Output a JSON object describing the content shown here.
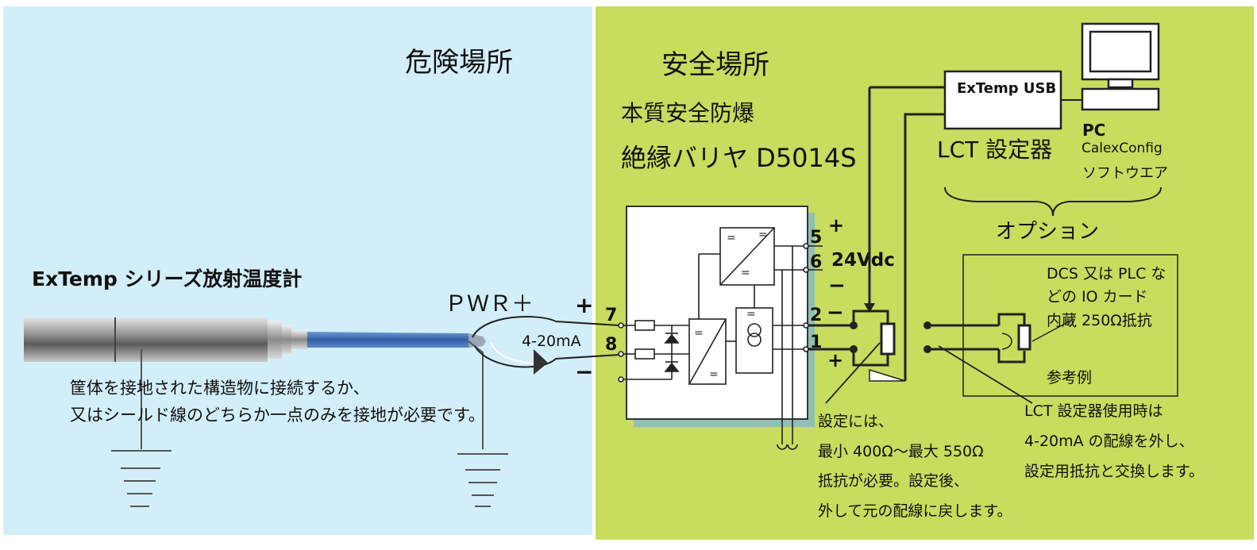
{
  "zones": {
    "hazardous": "危険場所",
    "safe": "安全場所"
  },
  "barrier": {
    "line1": "本質安全防爆",
    "line2": "絶縁バリヤ D5014S"
  },
  "sensor": {
    "title": "ExTemp シリーズ放射温度計"
  },
  "wiring": {
    "pwr_label": "ＰＷＲ＋",
    "current_label": "4-20mA",
    "plus": "+",
    "minus": "−",
    "terminal_7": "7",
    "terminal_8": "8",
    "terminal_5": "5",
    "terminal_6": "6",
    "terminal_2": "2",
    "terminal_1": "1",
    "supply_plus": "+",
    "supply_minus": "−",
    "supply_label": "24Vdc",
    "out_minus": "−",
    "out_plus": "+"
  },
  "ground_note": {
    "line1": "筐体を接地された構造物に接続するか、",
    "line2": "又はシールド線のどちらか一点のみを接地が必要です。"
  },
  "usb": {
    "label": "ExTemp USB",
    "lct_label": "LCT 設定器"
  },
  "pc": {
    "label": "PC",
    "software": "CalexConfig",
    "software_jp": "ソフトウエア"
  },
  "option_label": "オプション",
  "dcs": {
    "line1": "DCS 又は PLC な",
    "line2": "どの IO カード",
    "line3": "内蔵 250Ω抵抗",
    "example": "参考例"
  },
  "resistor_note": {
    "line1": "設定には、",
    "line2": "最小 400Ω～最大 550Ω",
    "line3": "抵抗が必要。設定後、",
    "line4": "外して元の配線に戻します。"
  },
  "lct_note": {
    "line1": "LCT 設定器使用時は",
    "line2": "4-20mA の配線を外し、",
    "line3": "設定用抵抗と交換します。"
  },
  "colors": {
    "hazard_bg": "#d2eef9",
    "safe_bg": "#c8dc5e",
    "cable_blue": "#3e6fb0"
  }
}
